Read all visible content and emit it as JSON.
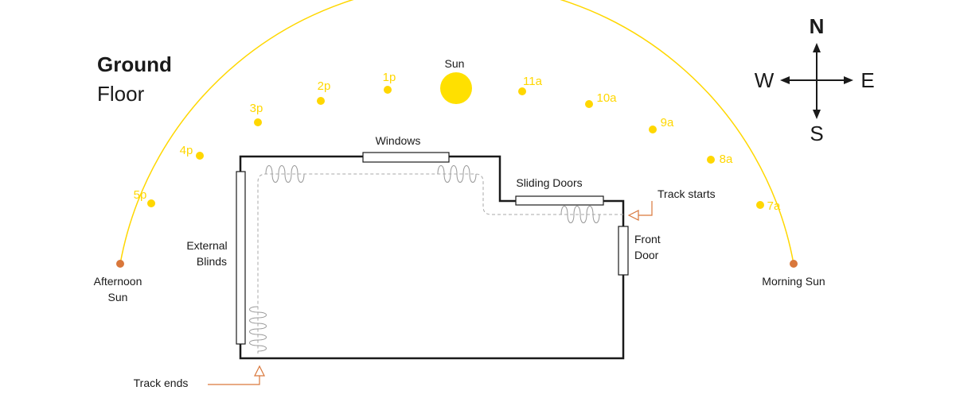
{
  "title": {
    "line1": "Ground",
    "line2": "Floor"
  },
  "sun": {
    "label": "Sun",
    "color": "#ffe000"
  },
  "arc": {
    "color": "#ffd700",
    "hours": [
      "5p",
      "4p",
      "3p",
      "2p",
      "1p",
      "11a",
      "10a",
      "9a",
      "8a",
      "7a"
    ],
    "afternoon": {
      "line1": "Afternoon",
      "line2": "Sun"
    },
    "morning": "Morning Sun",
    "end_color": "#d9773b"
  },
  "compass": {
    "north": "N",
    "south": "S",
    "east": "E",
    "west": "W"
  },
  "labels": {
    "windows": "Windows",
    "sliding_doors": "Sliding Doors",
    "track_starts": "Track starts",
    "track_ends": "Track ends",
    "external_blinds": {
      "line1": "External",
      "line2": "Blinds"
    },
    "front_door": {
      "line1": "Front",
      "line2": "Door"
    }
  },
  "colors": {
    "wall": "#1a1a1a",
    "track": "#aaaaaa",
    "pointer": "#d9773b"
  }
}
